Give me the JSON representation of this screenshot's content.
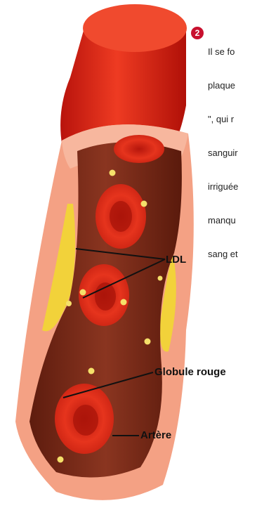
{
  "diagram": {
    "step_number": "2",
    "caption_lines": [
      "Il se fo",
      "plaque",
      "\", qui r",
      "sanguir",
      "irriguée",
      "manqu",
      "sang et"
    ],
    "labels": {
      "ldl": "LDL",
      "red_blood_cell": "Globule rouge",
      "artery": "Artère"
    },
    "colors": {
      "artery_outer": "#e0301e",
      "artery_wall": "#f4a184",
      "lumen": "#7a2a18",
      "plaque": "#f2d23a",
      "red_cell": "#d62a16",
      "ldl_dot": "#f5e06a",
      "step_badge": "#c8102e"
    }
  }
}
